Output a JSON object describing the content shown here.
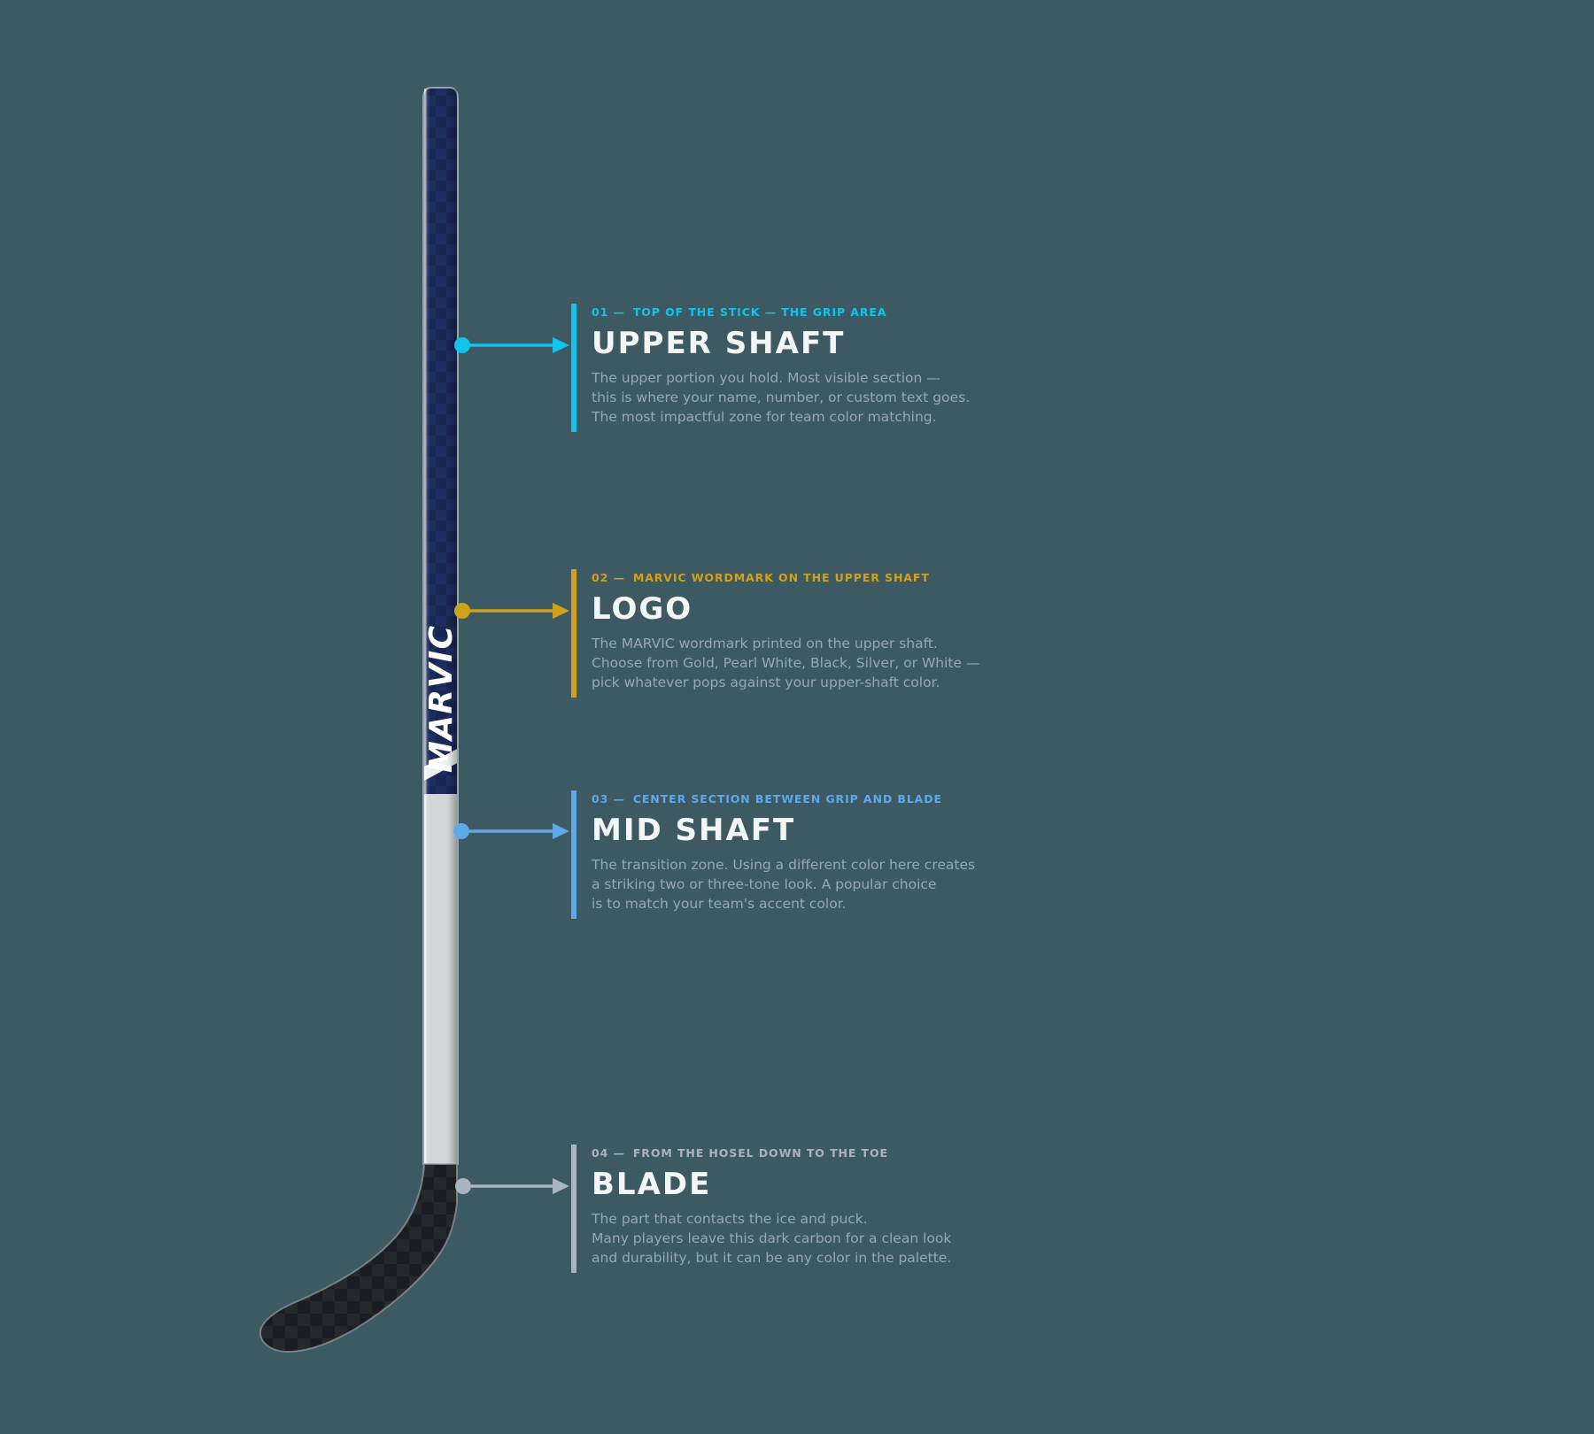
{
  "background_color": "#3D5A63",
  "stick": {
    "wordmark": "MARVIC",
    "colors": {
      "upper_shaft": "#1C2D5E",
      "accent_stripe": "#EDF1F4",
      "mid_shaft": "#D3D5D7",
      "blade": "#1A1D21",
      "wordmark": "#FFFFFF"
    }
  },
  "sections": [
    {
      "number": "01 —",
      "eyebrow": "TOP OF THE STICK — THE GRIP AREA",
      "title": "UPPER SHAFT",
      "accent": "#12C4EC",
      "description": "The upper portion you hold. Most visible section —\nthis is where your name, number, or custom text goes.\nThe most impactful zone for team color matching."
    },
    {
      "number": "02 —",
      "eyebrow": "MARVIC WORDMARK ON THE UPPER SHAFT",
      "title": "LOGO",
      "accent": "#CFA11C",
      "description": "The MARVIC wordmark printed on the upper shaft.\nChoose from Gold, Pearl White, Black, Silver, or White —\npick whatever pops against your upper-shaft color."
    },
    {
      "number": "03 —",
      "eyebrow": "CENTER SECTION BETWEEN GRIP AND BLADE",
      "title": "MID SHAFT",
      "accent": "#5FA9E8",
      "description": "The transition zone. Using a different color here creates\na striking two or three-tone look. A popular choice\nis to match your team's accent color."
    },
    {
      "number": "04 —",
      "eyebrow": "FROM THE HOSEL DOWN TO THE TOE",
      "title": "BLADE",
      "accent": "#A9B4C0",
      "description": "The part that contacts the ice and puck.\nMany players leave this dark carbon for a clean look\nand durability, but it can be any color in the palette."
    }
  ]
}
